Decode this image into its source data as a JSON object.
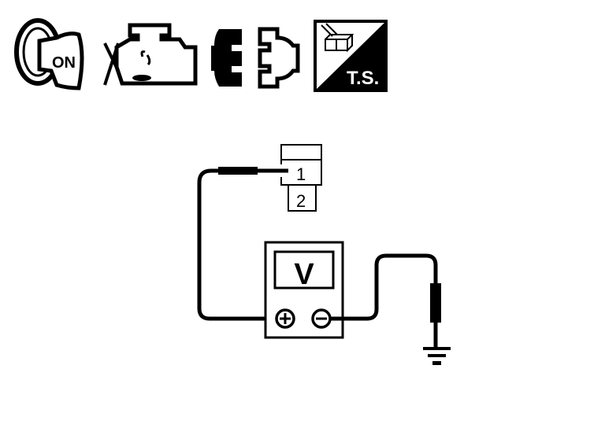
{
  "icons": {
    "ignition_label": "ON",
    "trouble_shooting_label": "T.S."
  },
  "connector": {
    "terminal_1": "1",
    "terminal_2": "2"
  },
  "meter": {
    "display": "V"
  },
  "colors": {
    "ink": "#000000",
    "background": "#ffffff"
  }
}
